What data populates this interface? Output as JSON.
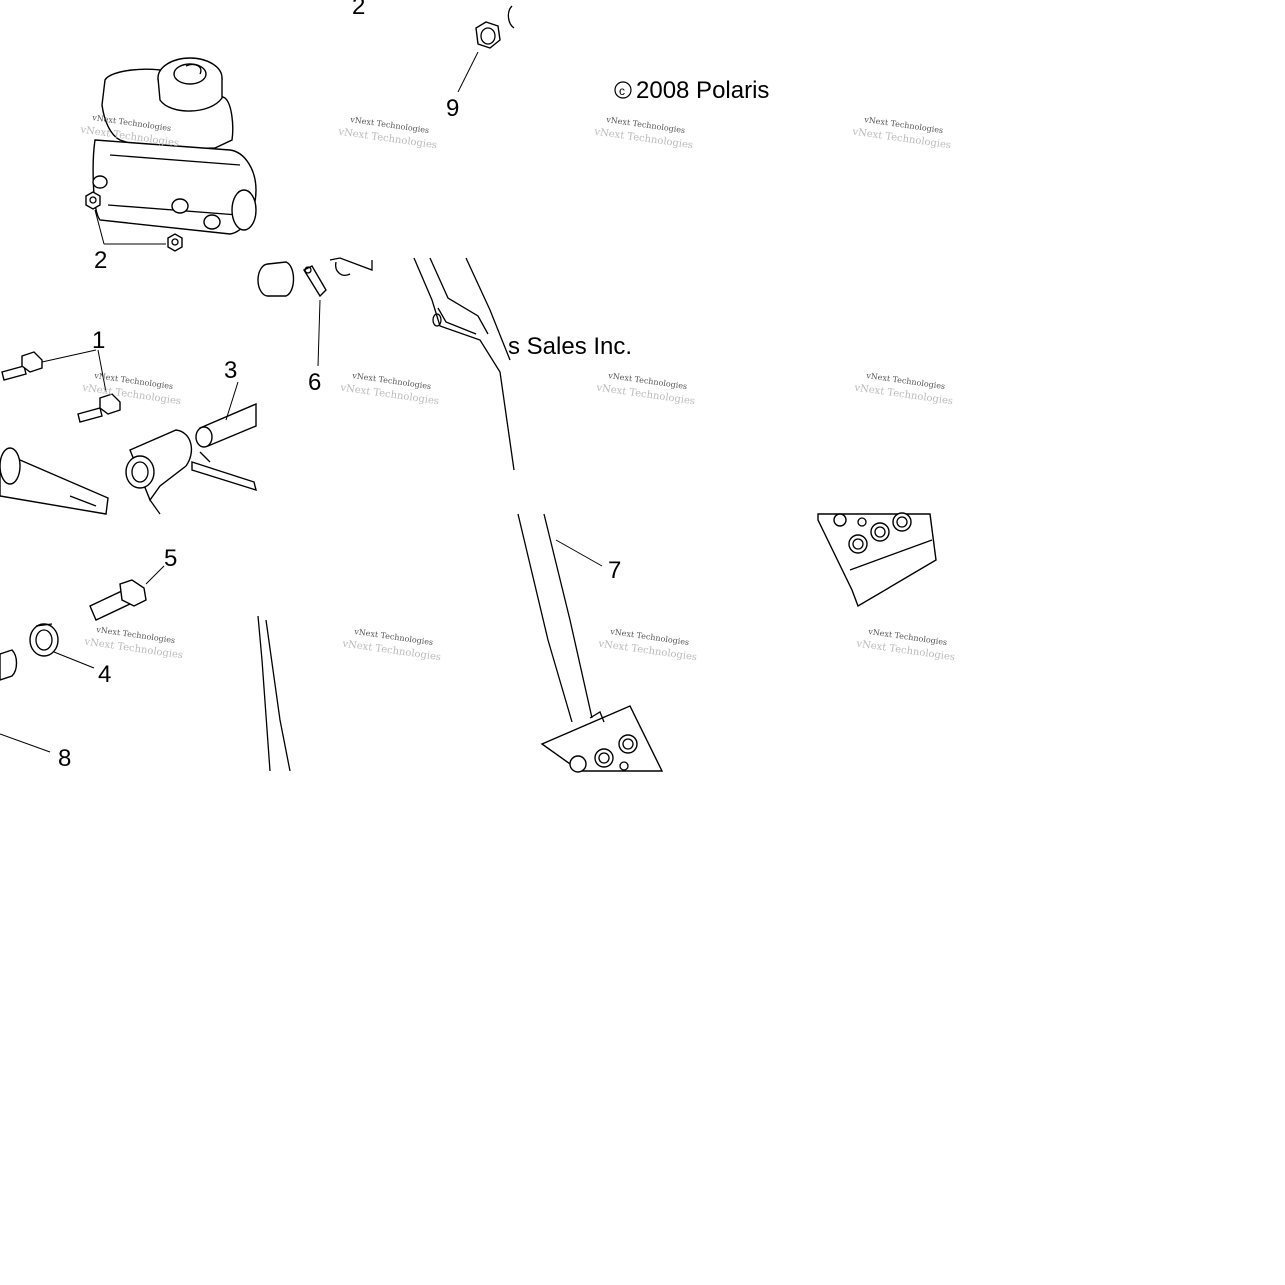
{
  "diagram": {
    "callouts": {
      "c1": "1",
      "c2_top": "2",
      "c2_bottom": "2",
      "c3": "3",
      "c4": "4",
      "c5": "5",
      "c6": "6",
      "c7": "7",
      "c8": "8",
      "c9": "9"
    },
    "copyright_mark": "c",
    "copyright_text": "2008 Polaris",
    "copyright_text_2": "s Sales Inc.",
    "watermark_line1": "vNext Technologies",
    "watermark_line2": "vNext Technologies"
  }
}
